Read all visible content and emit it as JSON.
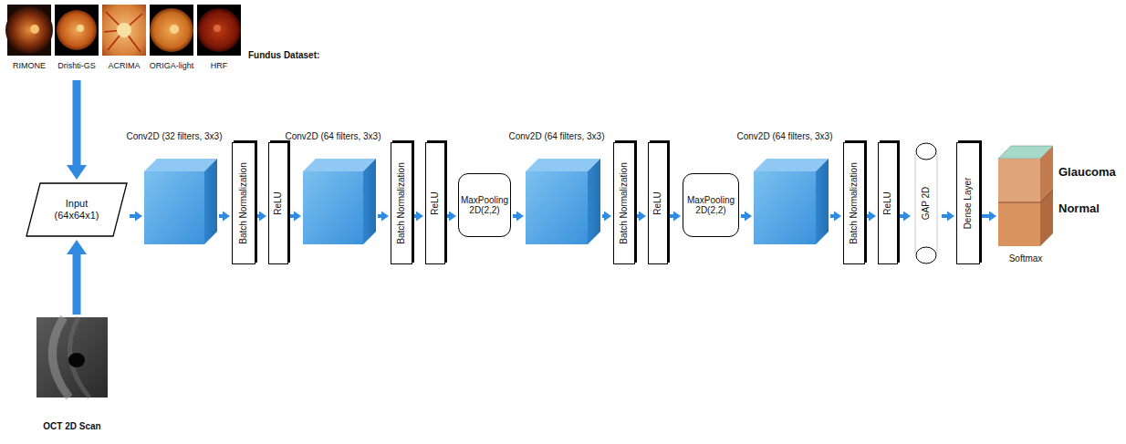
{
  "diagram": {
    "nodes": [
      {
        "text": [
          "RIMONE",
          "Drishti-GS",
          "ACRIMA",
          "ORIGA-light",
          "HRF",
          "Fundus Dataset:"
        ]
      },
      {
        "text": [
          "OCT 2D Scan"
        ]
      },
      {
        "text": [
          "Input (64x64x1)"
        ]
      },
      {
        "text": [
          "Conv2D (32 filters, 3x3)"
        ]
      },
      {
        "text": [
          "Batch Normalization"
        ]
      },
      {
        "text": [
          "ReLU"
        ]
      },
      {
        "text": [
          "Conv2D (64 filters, 3x3)"
        ]
      },
      {
        "text": [
          "Batch Normalization"
        ]
      },
      {
        "text": [
          "ReLU"
        ]
      },
      {
        "text": [
          "MaxPooling 2D(2,2)"
        ]
      },
      {
        "text": [
          "Conv2D (64 filters, 3x3)"
        ]
      },
      {
        "text": [
          "Batch Normalization"
        ]
      },
      {
        "text": [
          "ReLU"
        ]
      },
      {
        "text": [
          "MaxPooling 2D(2,2)"
        ]
      },
      {
        "text": [
          "Conv2D (64 filters, 3x3)"
        ]
      },
      {
        "text": [
          "Batch Normalization"
        ]
      },
      {
        "text": [
          "ReLU"
        ]
      },
      {
        "text": [
          "GAP 2D"
        ]
      },
      {
        "text": [
          "Dense Layer"
        ]
      },
      {
        "text": [
          "Glaucoma",
          "Normal",
          "Softmax"
        ]
      }
    ],
    "edges": [
      {
        "from": 0,
        "to": 2,
        "arrow": "to"
      },
      {
        "from": 1,
        "to": 2,
        "arrow": "to"
      },
      {
        "from": 2,
        "to": 3,
        "arrow": "to"
      },
      {
        "from": 3,
        "to": 4,
        "arrow": "to"
      },
      {
        "from": 4,
        "to": 5,
        "arrow": "to"
      },
      {
        "from": 5,
        "to": 6,
        "arrow": "to"
      },
      {
        "from": 6,
        "to": 7,
        "arrow": "to"
      },
      {
        "from": 7,
        "to": 8,
        "arrow": "to"
      },
      {
        "from": 8,
        "to": 9,
        "arrow": "to"
      },
      {
        "from": 9,
        "to": 10,
        "arrow": "to"
      },
      {
        "from": 10,
        "to": 11,
        "arrow": "to"
      },
      {
        "from": 11,
        "to": 12,
        "arrow": "to"
      },
      {
        "from": 12,
        "to": 13,
        "arrow": "to"
      },
      {
        "from": 13,
        "to": 14,
        "arrow": "to"
      },
      {
        "from": 14,
        "to": 15,
        "arrow": "to"
      },
      {
        "from": 15,
        "to": 16,
        "arrow": "to"
      },
      {
        "from": 16,
        "to": 17,
        "arrow": "to"
      },
      {
        "from": 17,
        "to": 18,
        "arrow": "to"
      },
      {
        "from": 18,
        "to": 19,
        "arrow": "to"
      }
    ]
  }
}
